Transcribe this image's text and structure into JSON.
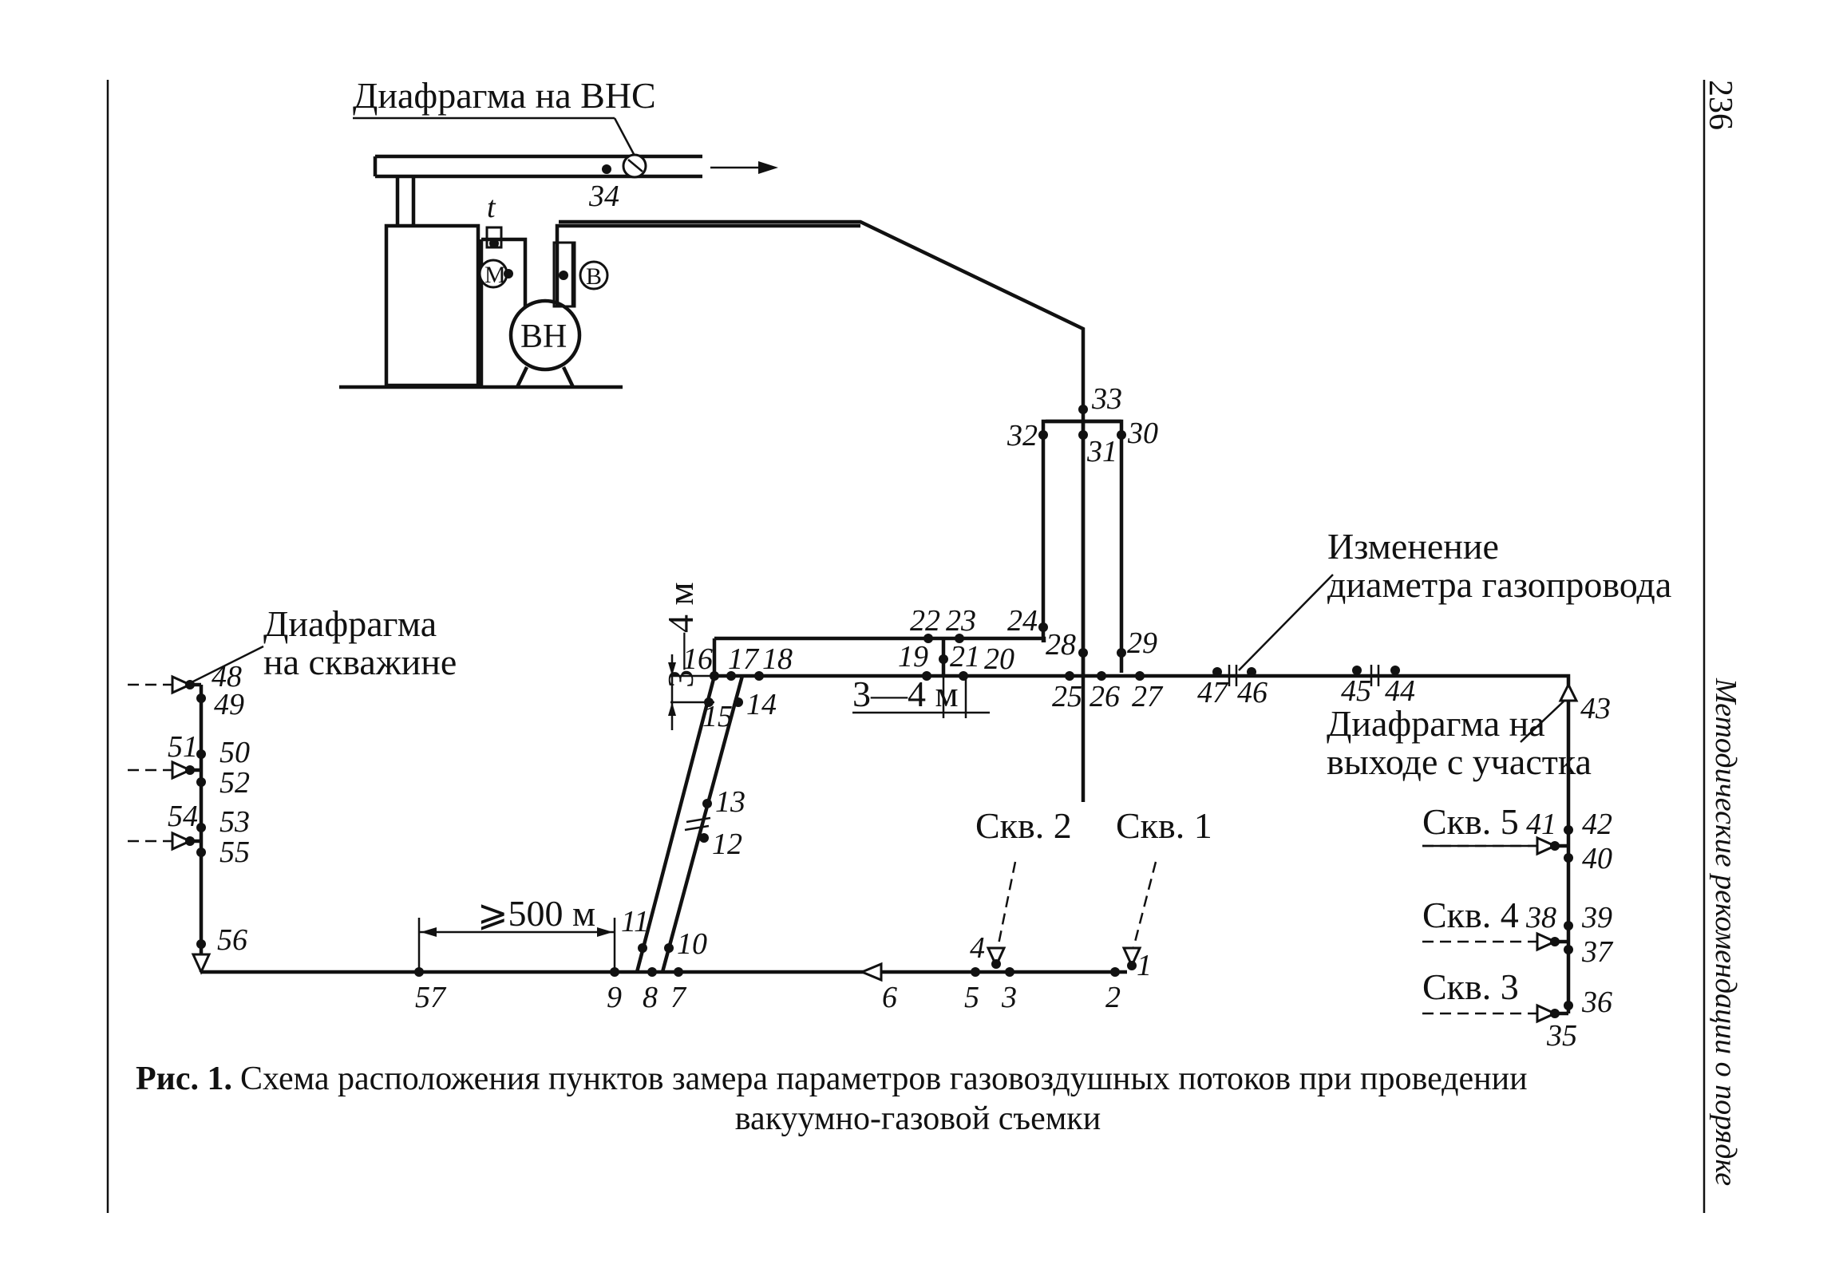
{
  "page": {
    "page_number": "236",
    "side_running_title": "Методические рекомендации о порядке"
  },
  "labels": {
    "diaphragm_vns": "Диафрагма на ВНС",
    "temp_t": "t",
    "gauge_m": "М",
    "gauge_v": "В",
    "pump_vn": "ВН",
    "diaphragm_well_1": "Диафрагма",
    "diaphragm_well_2": "на скважине",
    "diameter_change_1": "Изменение",
    "diameter_change_2": "диаметра газопровода",
    "diaphragm_exit_1": "Диафрагма на",
    "diaphragm_exit_2": "выходе с участка",
    "dim_3_4_vertical": "3—4 м",
    "dim_3_4_horizontal": "3—4 м",
    "dim_500": "⩾500 м"
  },
  "wells": {
    "skv1": "Скв. 1",
    "skv2": "Скв. 2",
    "skv3": "Скв. 3",
    "skv4": "Скв. 4",
    "skv5": "Скв. 5"
  },
  "points": {
    "p1": "1",
    "p2": "2",
    "p3": "3",
    "p4": "4",
    "p5": "5",
    "p6": "6",
    "p7": "7",
    "p8": "8",
    "p9": "9",
    "p10": "10",
    "p11": "11",
    "p12": "12",
    "p13": "13",
    "p14": "14",
    "p15": "15",
    "p16": "16",
    "p17": "17",
    "p18": "18",
    "p19": "19",
    "p20": "20",
    "p21": "21",
    "p22": "22",
    "p23": "23",
    "p24": "24",
    "p25": "25",
    "p26": "26",
    "p27": "27",
    "p28": "28",
    "p29": "29",
    "p30": "30",
    "p31": "31",
    "p32": "32",
    "p33": "33",
    "p34": "34",
    "p35": "35",
    "p36": "36",
    "p37": "37",
    "p38": "38",
    "p39": "39",
    "p40": "40",
    "p41": "41",
    "p42": "42",
    "p43": "43",
    "p44": "44",
    "p45": "45",
    "p46": "46",
    "p47": "47",
    "p48": "48",
    "p49": "49",
    "p50": "50",
    "p51": "51",
    "p52": "52",
    "p53": "53",
    "p54": "54",
    "p55": "55",
    "p56": "56",
    "p57": "57"
  },
  "caption": {
    "prefix": "Рис. 1.",
    "line1": "Схема расположения пунктов замера параметров газовоздушных потоков при проведении",
    "line2": "вакуумно-газовой съемки"
  }
}
